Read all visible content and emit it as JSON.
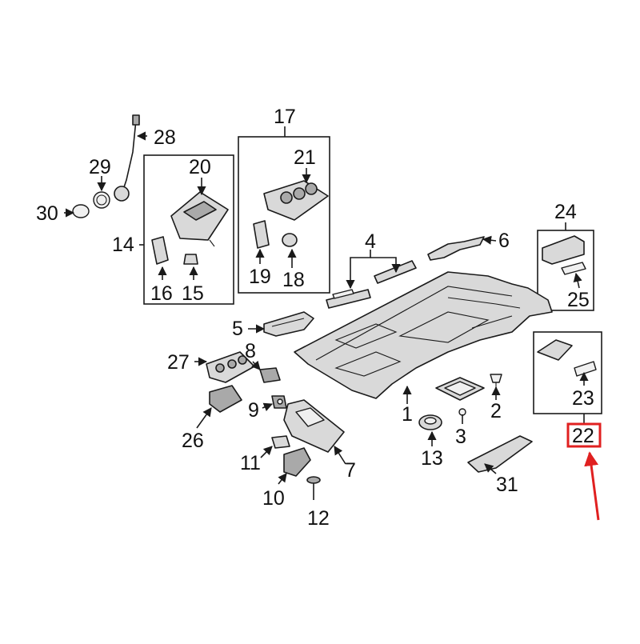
{
  "diagram": {
    "callouts": {
      "c1": "1",
      "c2": "2",
      "c3": "3",
      "c4": "4",
      "c5": "5",
      "c6": "6",
      "c7": "7",
      "c8": "8",
      "c9": "9",
      "c10": "10",
      "c11": "11",
      "c12": "12",
      "c13": "13",
      "c14": "14",
      "c15": "15",
      "c16": "16",
      "c17": "17",
      "c18": "18",
      "c19": "19",
      "c20": "20",
      "c21": "21",
      "c22": "22",
      "c23": "23",
      "c24": "24",
      "c25": "25",
      "c26": "26",
      "c27": "27",
      "c28": "28",
      "c29": "29",
      "c30": "30",
      "c31": "31"
    },
    "highlight": {
      "part": "22",
      "color": "#e02020"
    }
  }
}
